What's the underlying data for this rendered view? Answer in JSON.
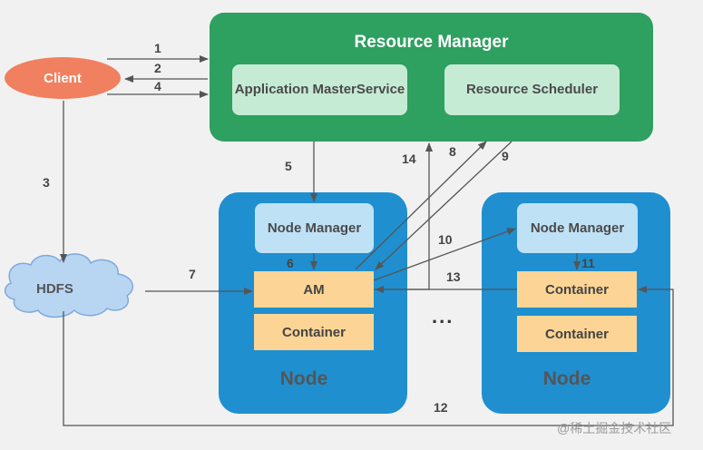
{
  "resource_manager": {
    "title": "Resource Manager",
    "app_master_service": "Application MasterService",
    "scheduler": "Resource Scheduler"
  },
  "client": "Client",
  "hdfs": "HDFS",
  "node1": {
    "node_manager": "Node Manager",
    "am": "AM",
    "container": "Container",
    "label": "Node"
  },
  "node2": {
    "node_manager": "Node Manager",
    "container1": "Container",
    "container2": "Container",
    "label": "Node"
  },
  "ellipsis": "...",
  "steps": [
    "1",
    "2",
    "3",
    "4",
    "5",
    "6",
    "7",
    "8",
    "9",
    "10",
    "11",
    "12",
    "13",
    "14"
  ],
  "watermark": "@稀土掘金技术社区",
  "colors": {
    "resource_manager": "#2ea05f",
    "node": "#1f8fd0",
    "client": "#f0805f",
    "container": "#fcd596",
    "hdfs": "#b8d6f2"
  }
}
